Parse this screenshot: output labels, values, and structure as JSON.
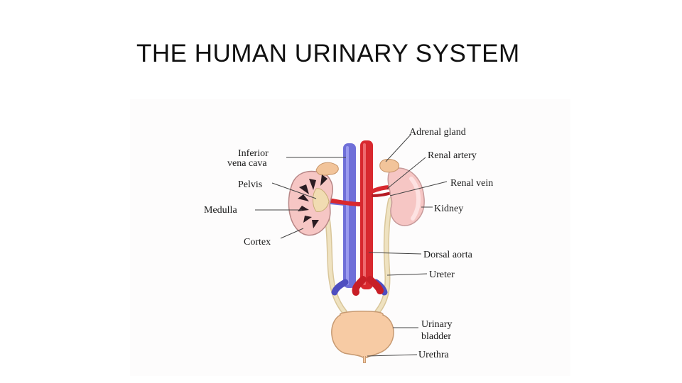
{
  "slide": {
    "title": "THE HUMAN URINARY SYSTEM"
  },
  "diagram": {
    "labels": {
      "inferior_vena_cava_line1": "Inferior",
      "inferior_vena_cava_line2": "vena cava",
      "pelvis": "Pelvis",
      "medulla": "Medulla",
      "cortex": "Cortex",
      "adrenal_gland": "Adrenal gland",
      "renal_artery": "Renal artery",
      "renal_vein": "Renal vein",
      "kidney": "Kidney",
      "dorsal_aorta": "Dorsal aorta",
      "ureter": "Ureter",
      "urinary_bladder_line1": "Urinary",
      "urinary_bladder_line2": "bladder",
      "urethra": "Urethra"
    },
    "colors": {
      "vein_blue": "#6f6fd8",
      "artery_red": "#d8282e",
      "kidney_pink": "#f6c6c4",
      "adrenal_peach": "#f2c49a",
      "ureter_cream": "#efe2c0",
      "bladder_peach": "#f7cba4",
      "medulla_dark": "#2a1c22"
    }
  }
}
